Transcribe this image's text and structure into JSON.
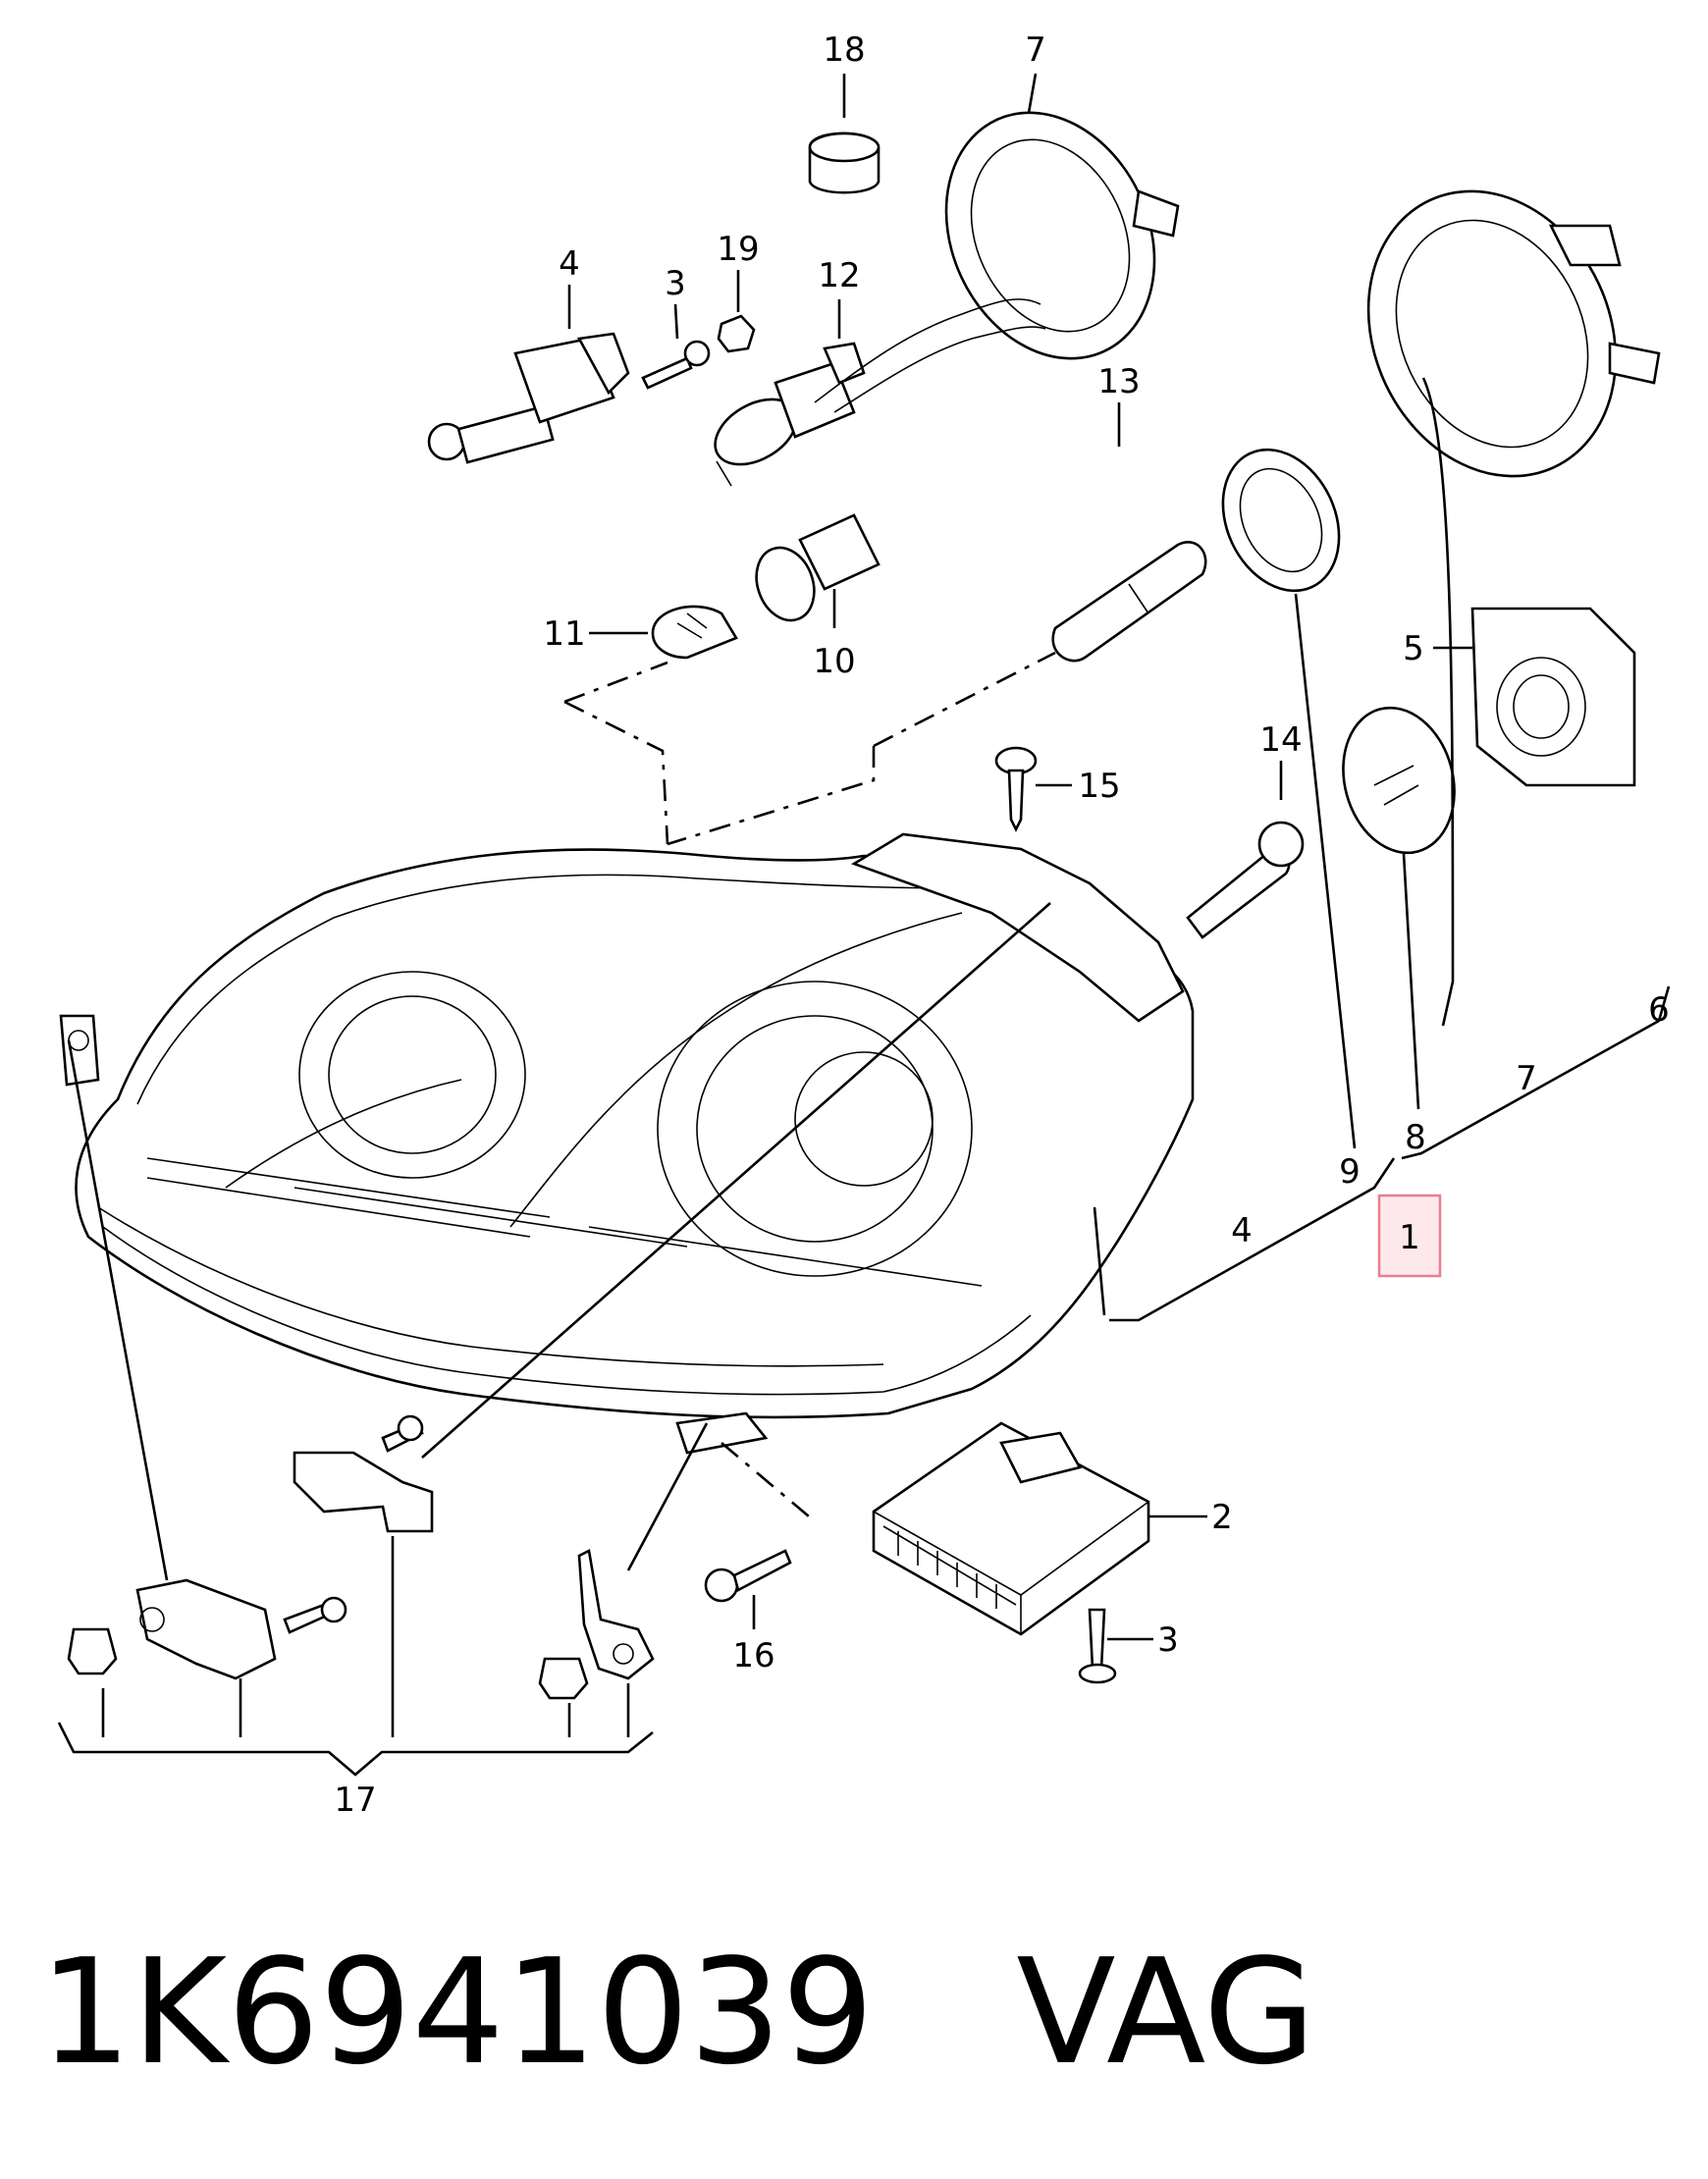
{
  "diagram": {
    "callouts": [
      {
        "id": "18",
        "text": "18"
      },
      {
        "id": "7-top",
        "text": "7"
      },
      {
        "id": "4-top",
        "text": "4"
      },
      {
        "id": "3-top",
        "text": "3"
      },
      {
        "id": "19",
        "text": "19"
      },
      {
        "id": "12",
        "text": "12"
      },
      {
        "id": "13",
        "text": "13"
      },
      {
        "id": "11",
        "text": "11"
      },
      {
        "id": "10",
        "text": "10"
      },
      {
        "id": "5",
        "text": "5"
      },
      {
        "id": "14",
        "text": "14"
      },
      {
        "id": "15",
        "text": "15"
      },
      {
        "id": "6",
        "text": "6"
      },
      {
        "id": "7-right",
        "text": "7"
      },
      {
        "id": "9",
        "text": "9"
      },
      {
        "id": "8",
        "text": "8"
      },
      {
        "id": "4-right",
        "text": "4"
      },
      {
        "id": "1",
        "text": "1",
        "highlighted": true
      },
      {
        "id": "2",
        "text": "2"
      },
      {
        "id": "3-bottom",
        "text": "3"
      },
      {
        "id": "16",
        "text": "16"
      },
      {
        "id": "17",
        "text": "17"
      }
    ],
    "highlight_color": "#e77f8d"
  },
  "footer": {
    "part_number": "1K6941039",
    "brand": "VAG"
  }
}
